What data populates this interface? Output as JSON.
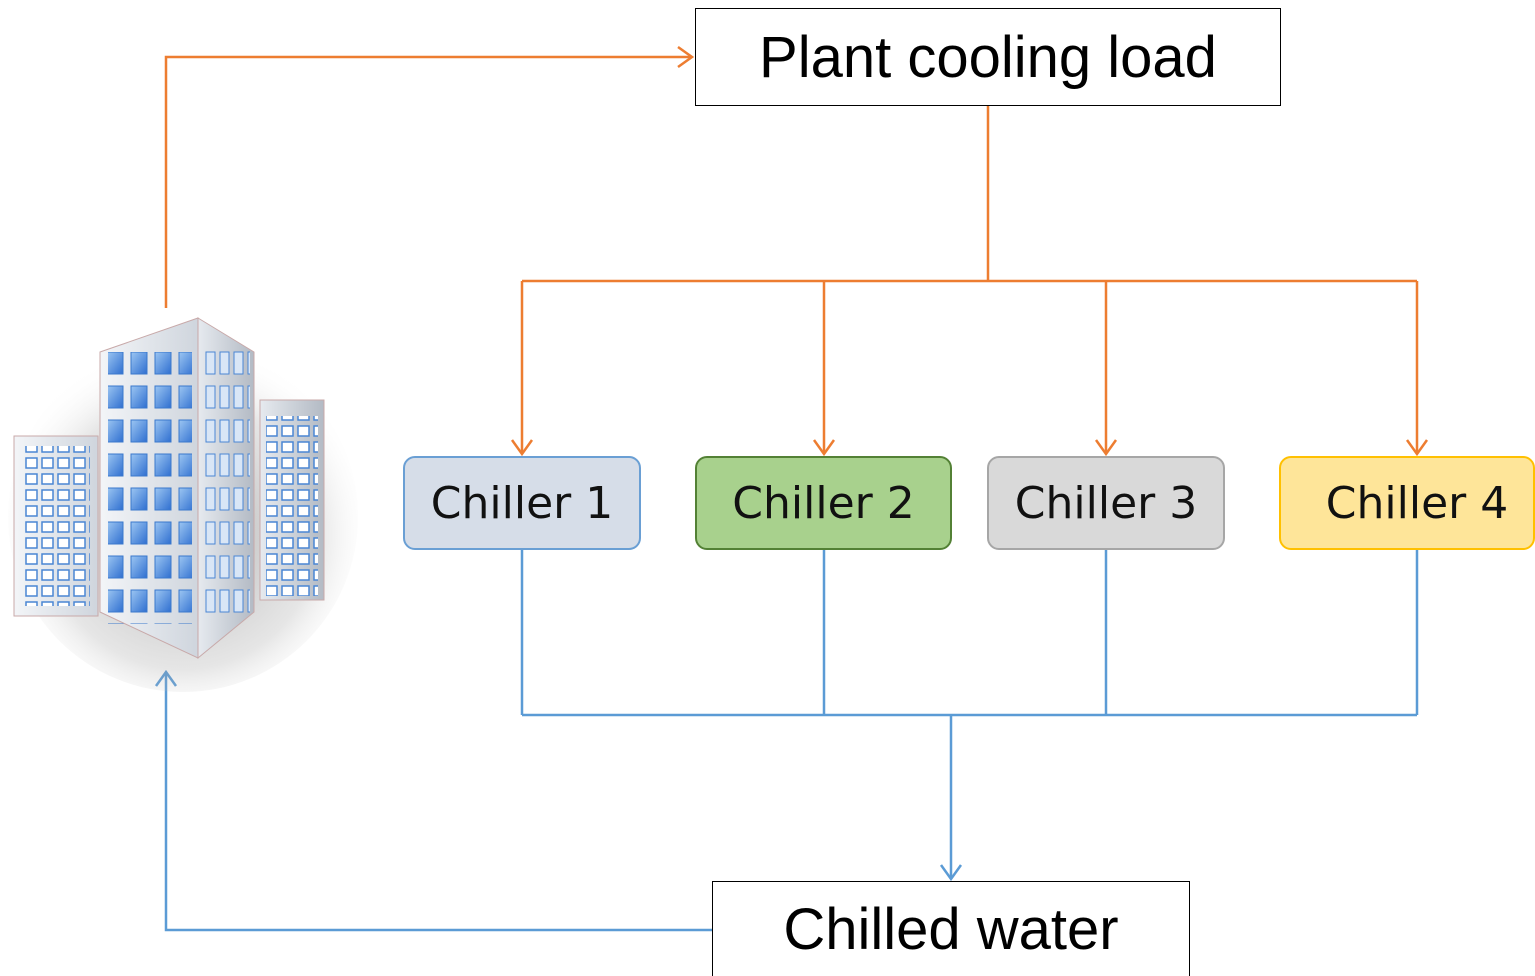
{
  "diagram": {
    "plant_load_label": "Plant cooling load",
    "chilled_water_label": "Chilled water",
    "chillers": [
      {
        "label": "Chiller 1",
        "fill": "#d6dde8",
        "stroke": "#6a9fd4"
      },
      {
        "label": "Chiller 2",
        "fill": "#a8d18d",
        "stroke": "#538135"
      },
      {
        "label": "Chiller 3",
        "fill": "#d9d9d9",
        "stroke": "#a6a6a6"
      },
      {
        "label": "Chiller 4",
        "fill": "#fee599",
        "stroke": "#ffc000"
      }
    ],
    "colors": {
      "load_flow": "#ed7d31",
      "water_flow": "#5b9bd5"
    },
    "icons": {
      "building": "office-building-icon"
    }
  }
}
